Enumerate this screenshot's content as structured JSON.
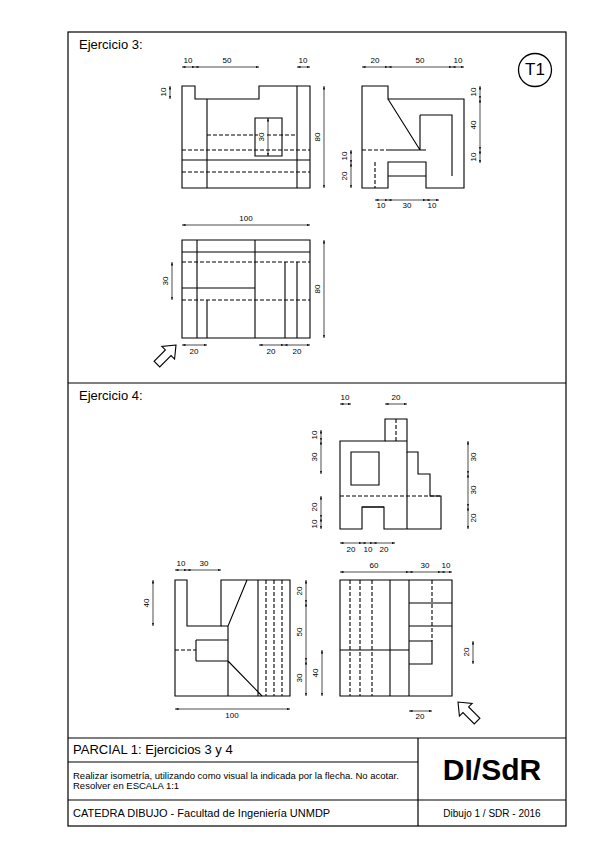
{
  "diagram": {
    "nodes": [
      {
        "text": [
          "Ejercicio 3:"
        ]
      },
      {
        "text": [
          "T1"
        ],
        "in": 0
      },
      {
        "text": [
          "Ejercicio 4:"
        ]
      },
      {
        "text": [
          "PARCIAL 1: Ejercicios 3 y 4"
        ]
      },
      {
        "text": [
          "Realizar isometría, utilizando como visual la indicada por la flecha. No acotar. Resolver en ESCALA 1:1"
        ]
      },
      {
        "text": [
          "CATEDRA DIBUJO - Facultad de Ingeniería UNMDP"
        ]
      },
      {
        "text": [
          "DI/SdR"
        ]
      },
      {
        "text": [
          "Dibujo 1 / SDR - 2016"
        ]
      }
    ],
    "labels": [
      "10",
      "50",
      "10",
      "10",
      "30",
      "80",
      "20",
      "50",
      "10",
      "10",
      "40",
      "10",
      "10",
      "20",
      "10",
      "30",
      "10",
      "100",
      "30",
      "80",
      "20",
      "20",
      "20",
      "10",
      "20",
      "10",
      "30",
      "20",
      "10",
      "30",
      "30",
      "20",
      "20",
      "10",
      "20",
      "10",
      "30",
      "40",
      "20",
      "50",
      "30",
      "40",
      "100",
      "60",
      "30",
      "10",
      "20",
      "20"
    ]
  }
}
